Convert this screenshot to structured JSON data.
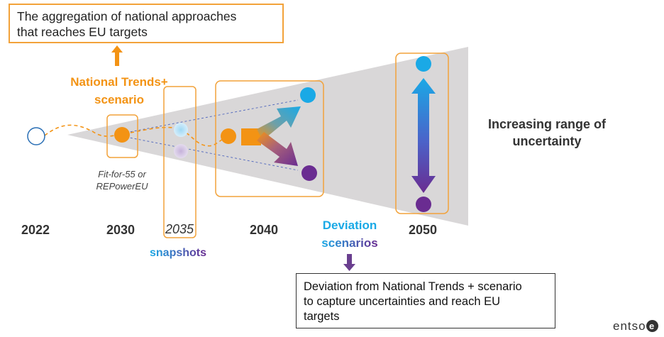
{
  "callout_top": {
    "line1": "The aggregation of national approaches",
    "line2": "that reaches EU targets"
  },
  "national_trends": {
    "line1": "National Trends+",
    "line2": "scenario"
  },
  "fit_for_55": {
    "line1": "Fit-for-55 or",
    "line2": "REPowerEU"
  },
  "years": [
    "2022",
    "2030",
    "2035",
    "2040",
    "2050"
  ],
  "snapshots_label": "snapshots",
  "deviation": {
    "line1": "Deviation",
    "line2": "scenarios"
  },
  "uncertainty": {
    "line1": "Increasing range of",
    "line2": "uncertainty"
  },
  "callout_bottom": {
    "line1": "Deviation from National Trends + scenario",
    "line2": "to capture uncertainties and reach EU",
    "line3": "targets"
  },
  "logo": {
    "text": "entso",
    "mark": "e"
  },
  "colors": {
    "orange": "#f39314",
    "cyan": "#1aa9e6",
    "purple": "#6a2c91",
    "cone": "#d9d7d8"
  }
}
